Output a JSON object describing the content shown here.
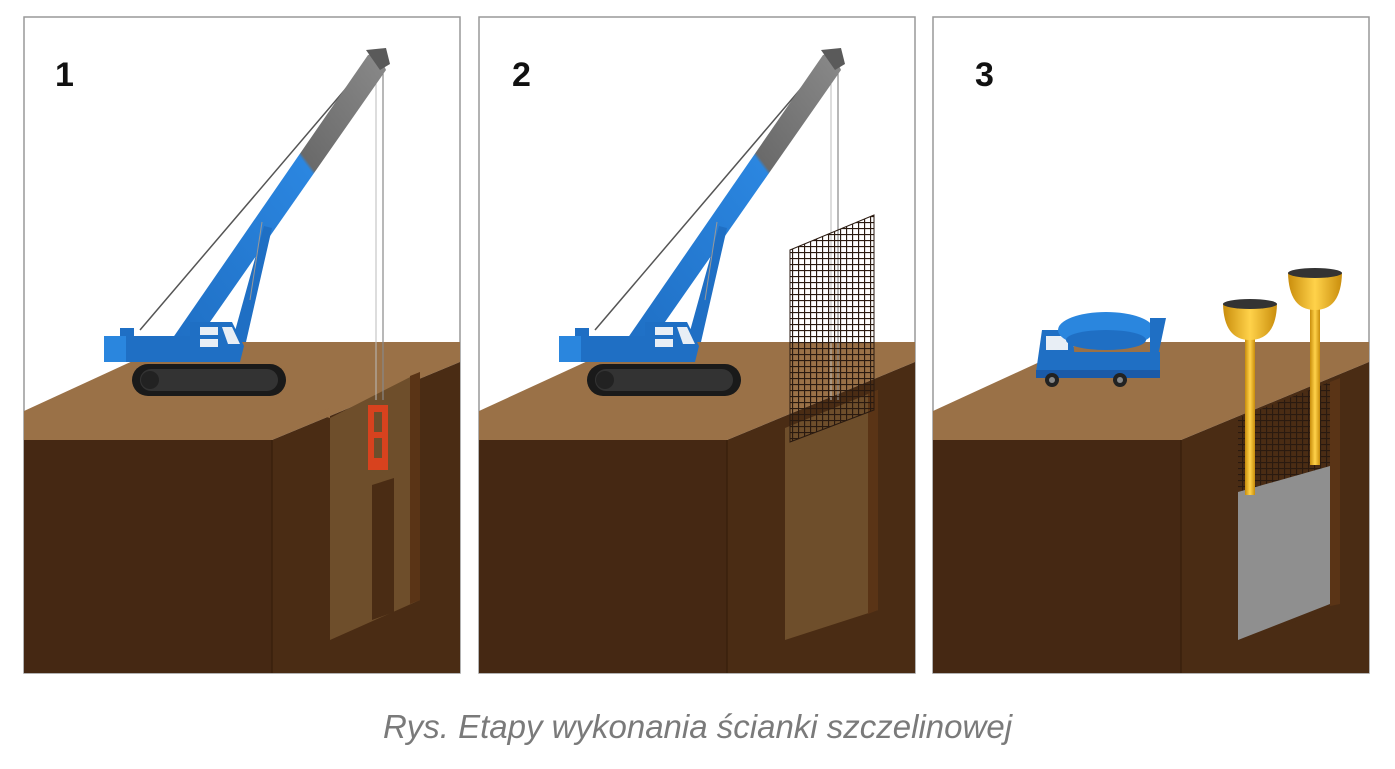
{
  "panels": [
    {
      "label": "1"
    },
    {
      "label": "2"
    },
    {
      "label": "3"
    }
  ],
  "caption": "Rys. Etapy wykonania ścianki szczelinowej",
  "colors": {
    "soil_top": "#9a7147",
    "soil_front": "#452813",
    "soil_side": "#4a2c14",
    "trench": "#6e4e2b",
    "crane_blue": "#1f6fc4",
    "boom_gray": "#707070",
    "funnel_yellow": "#f0b81e",
    "concrete": "#8f8f8f"
  }
}
